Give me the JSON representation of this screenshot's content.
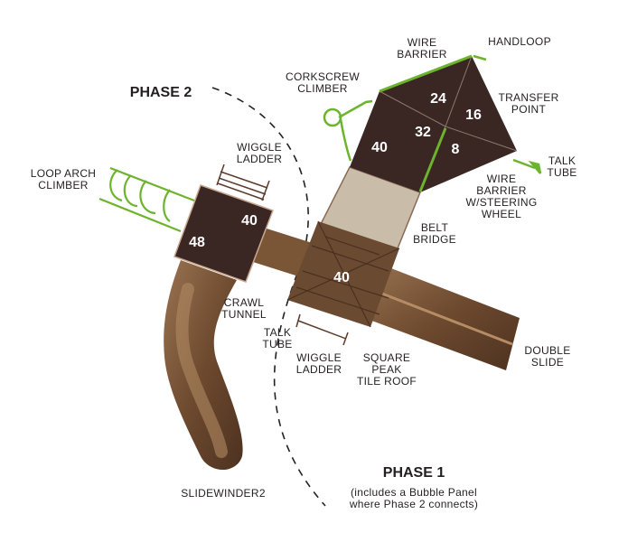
{
  "phases": {
    "phase2": "PHASE 2",
    "phase1": "PHASE 1",
    "phase1_note": "(includes a Bubble Panel\nwhere Phase 2 connects)"
  },
  "labels": {
    "wire_barrier": "WIRE\nBARRIER",
    "handloop": "HANDLOOP",
    "corkscrew_climber": "CORKSCREW\nCLIMBER",
    "transfer_point": "TRANSFER\nPOINT",
    "wiggle_ladder_top": "WIGGLE\nLADDER",
    "talk_tube_right": "TALK\nTUBE",
    "loop_arch_climber": "LOOP ARCH\nCLIMBER",
    "wire_barrier_steering": "WIRE\nBARRIER\nW/STEERING\nWHEEL",
    "belt_bridge": "BELT\nBRIDGE",
    "crawl_tunnel": "CRAWL\nTUNNEL",
    "talk_tube_left": "TALK\nTUBE",
    "wiggle_ladder_bottom": "WIGGLE\nLADDER",
    "square_peak_tile_roof": "SQUARE\nPEAK\nTILE ROOF",
    "double_slide": "DOUBLE\nSLIDE",
    "slidewinder": "SLIDEWINDER2"
  },
  "deck_heights": {
    "top_24": "24",
    "top_16": "16",
    "top_32": "32",
    "top_8": "8",
    "top_40": "40",
    "left_40": "40",
    "left_48": "48",
    "roof_40": "40"
  },
  "colors": {
    "deck": "#3a2622",
    "accent": "#6cb42c",
    "slide": "#7a5637",
    "bridge": "#c9bca8"
  }
}
